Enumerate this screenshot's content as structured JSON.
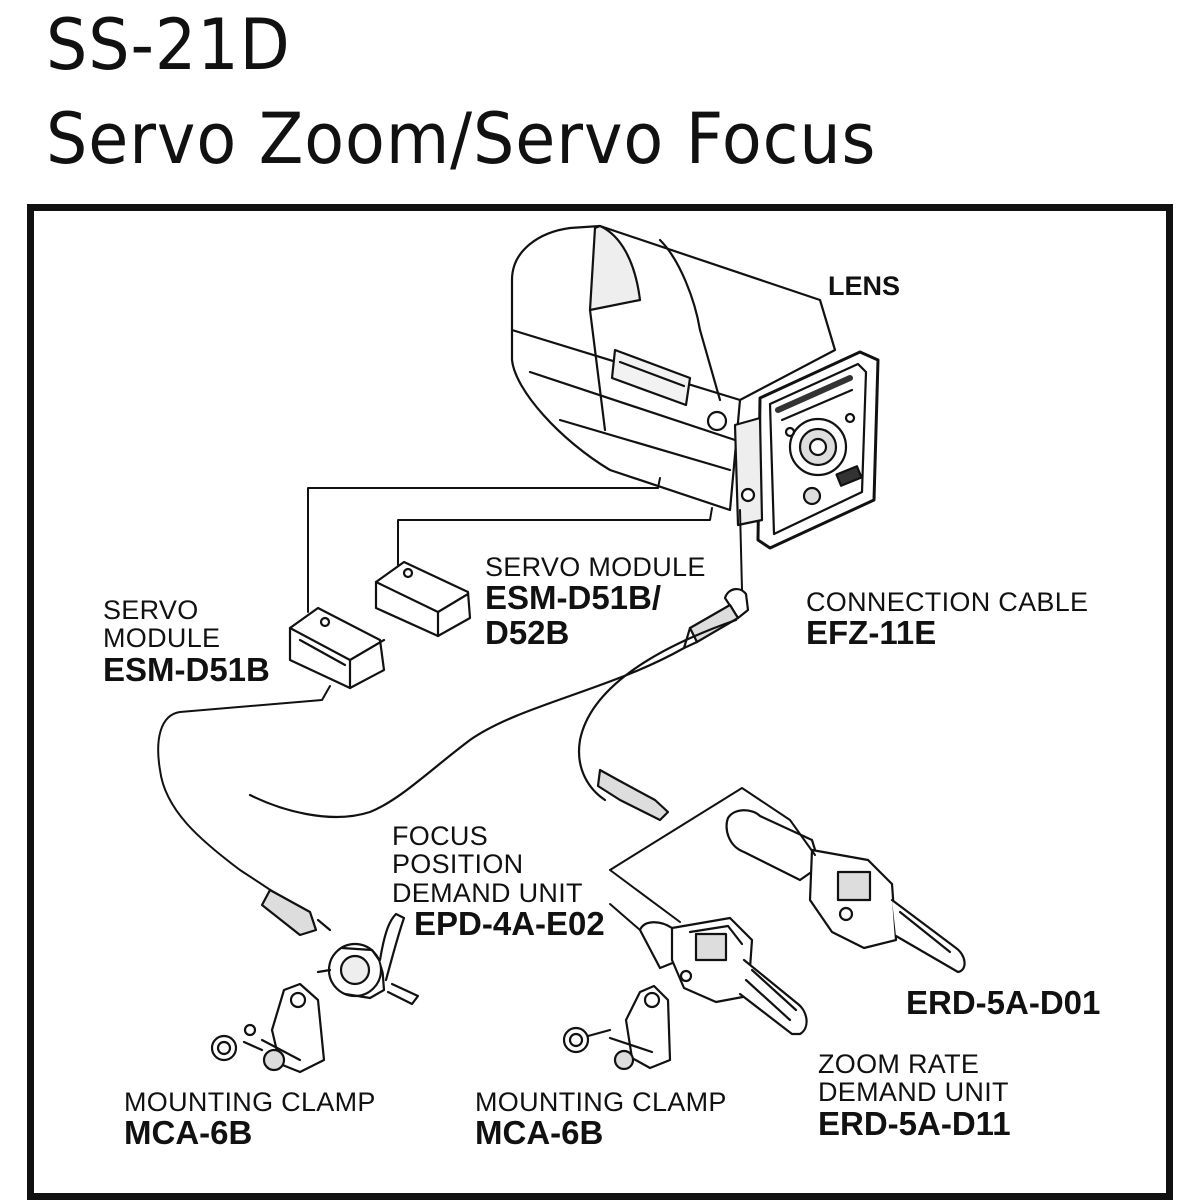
{
  "header": {
    "model": "SS-21D",
    "subtitle": "Servo Zoom/Servo Focus"
  },
  "components": {
    "lens": {
      "label": "LENS"
    },
    "servo_module_left": {
      "line1": "SERVO",
      "line2": "MODULE",
      "model": "ESM-D51B"
    },
    "servo_module_mid": {
      "line1": "SERVO MODULE",
      "model_line1": "ESM-D51B/",
      "model_line2": "D52B"
    },
    "connection_cable": {
      "label": "CONNECTION CABLE",
      "model": "EFZ-11E"
    },
    "focus_demand": {
      "line1": "FOCUS",
      "line2": "POSITION",
      "line3": "DEMAND UNIT",
      "model": "EPD-4A-E02"
    },
    "zoom_demand_alt": {
      "model": "ERD-5A-D01"
    },
    "zoom_demand": {
      "line1": "ZOOM RATE",
      "line2": "DEMAND UNIT",
      "model": "ERD-5A-D11"
    },
    "clamp_left": {
      "label": "MOUNTING CLAMP",
      "model": "MCA-6B"
    },
    "clamp_mid": {
      "label": "MOUNTING CLAMP",
      "model": "MCA-6B"
    }
  },
  "colors": {
    "ink": "#111111",
    "paper": "#ffffff",
    "shade": "#d8d8d8"
  }
}
